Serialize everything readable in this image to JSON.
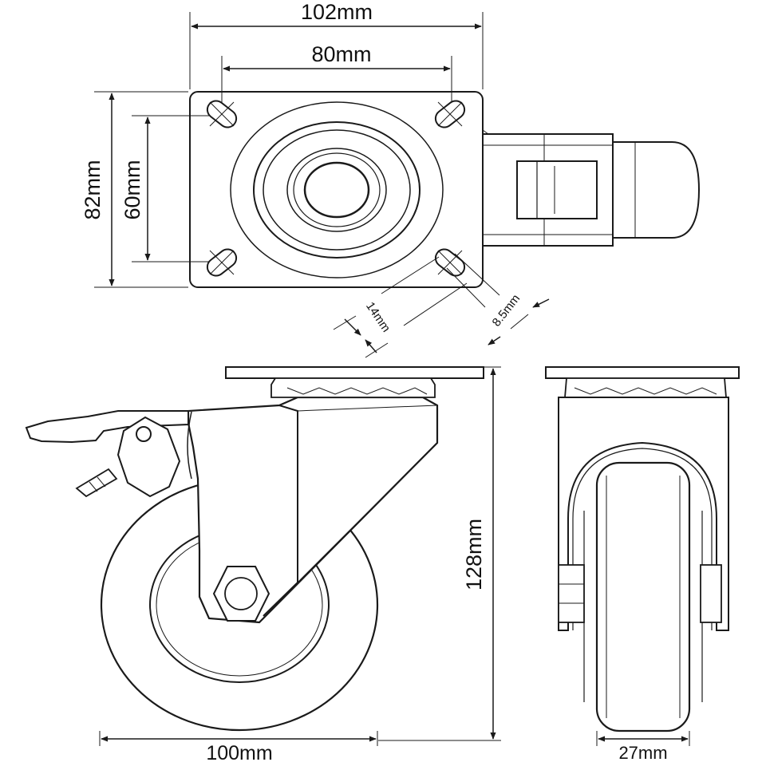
{
  "dimensions": {
    "plate_width": "102mm",
    "hole_spacing_x": "80mm",
    "plate_depth": "82mm",
    "hole_spacing_y": "60mm",
    "slot_length": "14mm",
    "slot_width": "8.5mm",
    "total_height": "128mm",
    "wheel_diameter": "100mm",
    "wheel_width": "27mm"
  }
}
